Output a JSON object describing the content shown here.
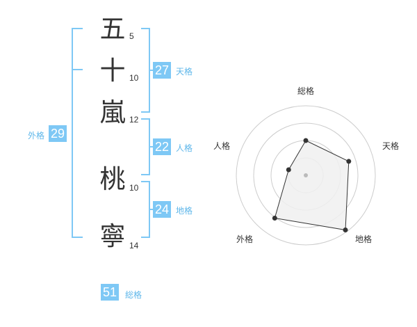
{
  "name": {
    "chars": [
      {
        "char": "五",
        "strokes": "5"
      },
      {
        "char": "十",
        "strokes": "10"
      },
      {
        "char": "嵐",
        "strokes": "12"
      },
      {
        "char": "桃",
        "strokes": "10"
      },
      {
        "char": "寧",
        "strokes": "14"
      }
    ]
  },
  "kakusu": {
    "tenkaku": {
      "value": "27",
      "label": "天格"
    },
    "jinkaku": {
      "value": "22",
      "label": "人格"
    },
    "chikaku": {
      "value": "24",
      "label": "地格"
    },
    "gaikaku": {
      "value": "29",
      "label": "外格"
    },
    "soukaku": {
      "value": "51",
      "label": "総格"
    }
  },
  "radar": {
    "axes": [
      "総格",
      "天格",
      "地格",
      "外格",
      "人格"
    ],
    "levels": 4,
    "values": [
      0.5,
      0.65,
      0.97,
      0.76,
      0.26
    ],
    "color": "#333333",
    "fill": "#f0f0f0",
    "ring_color": "#cccccc"
  },
  "colors": {
    "accent": "#7ec8f5",
    "label": "#5fb7ea",
    "text": "#333333"
  }
}
